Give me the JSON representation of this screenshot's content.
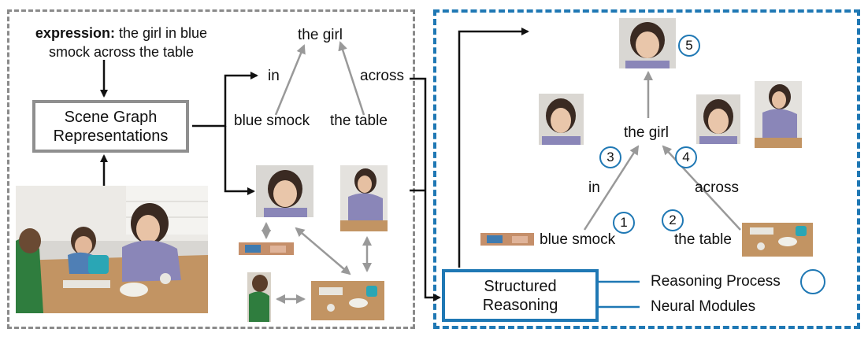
{
  "expression": {
    "label": "expression:",
    "text": "the girl in blue smock across the table"
  },
  "left_panel": {
    "scene_graph_box": {
      "line1": "Scene Graph",
      "line2": "Representations"
    },
    "graph": {
      "root": "the girl",
      "rel_in": "in",
      "rel_across": "across",
      "obj_smock": "blue smock",
      "obj_table": "the table"
    }
  },
  "right_panel": {
    "graph": {
      "root": "the girl",
      "rel_in": "in",
      "rel_across": "across",
      "obj_smock": "blue smock",
      "obj_table": "the table"
    },
    "steps": [
      "1",
      "2",
      "3",
      "4",
      "5"
    ],
    "structured_reasoning_box": {
      "line1": "Structured",
      "line2": "Reasoning"
    },
    "legend": {
      "process": "Reasoning Process",
      "modules": "Neural Modules"
    }
  },
  "colors": {
    "blue": "#1f78b4",
    "gray": "#8f8f8f",
    "black": "#111111"
  }
}
